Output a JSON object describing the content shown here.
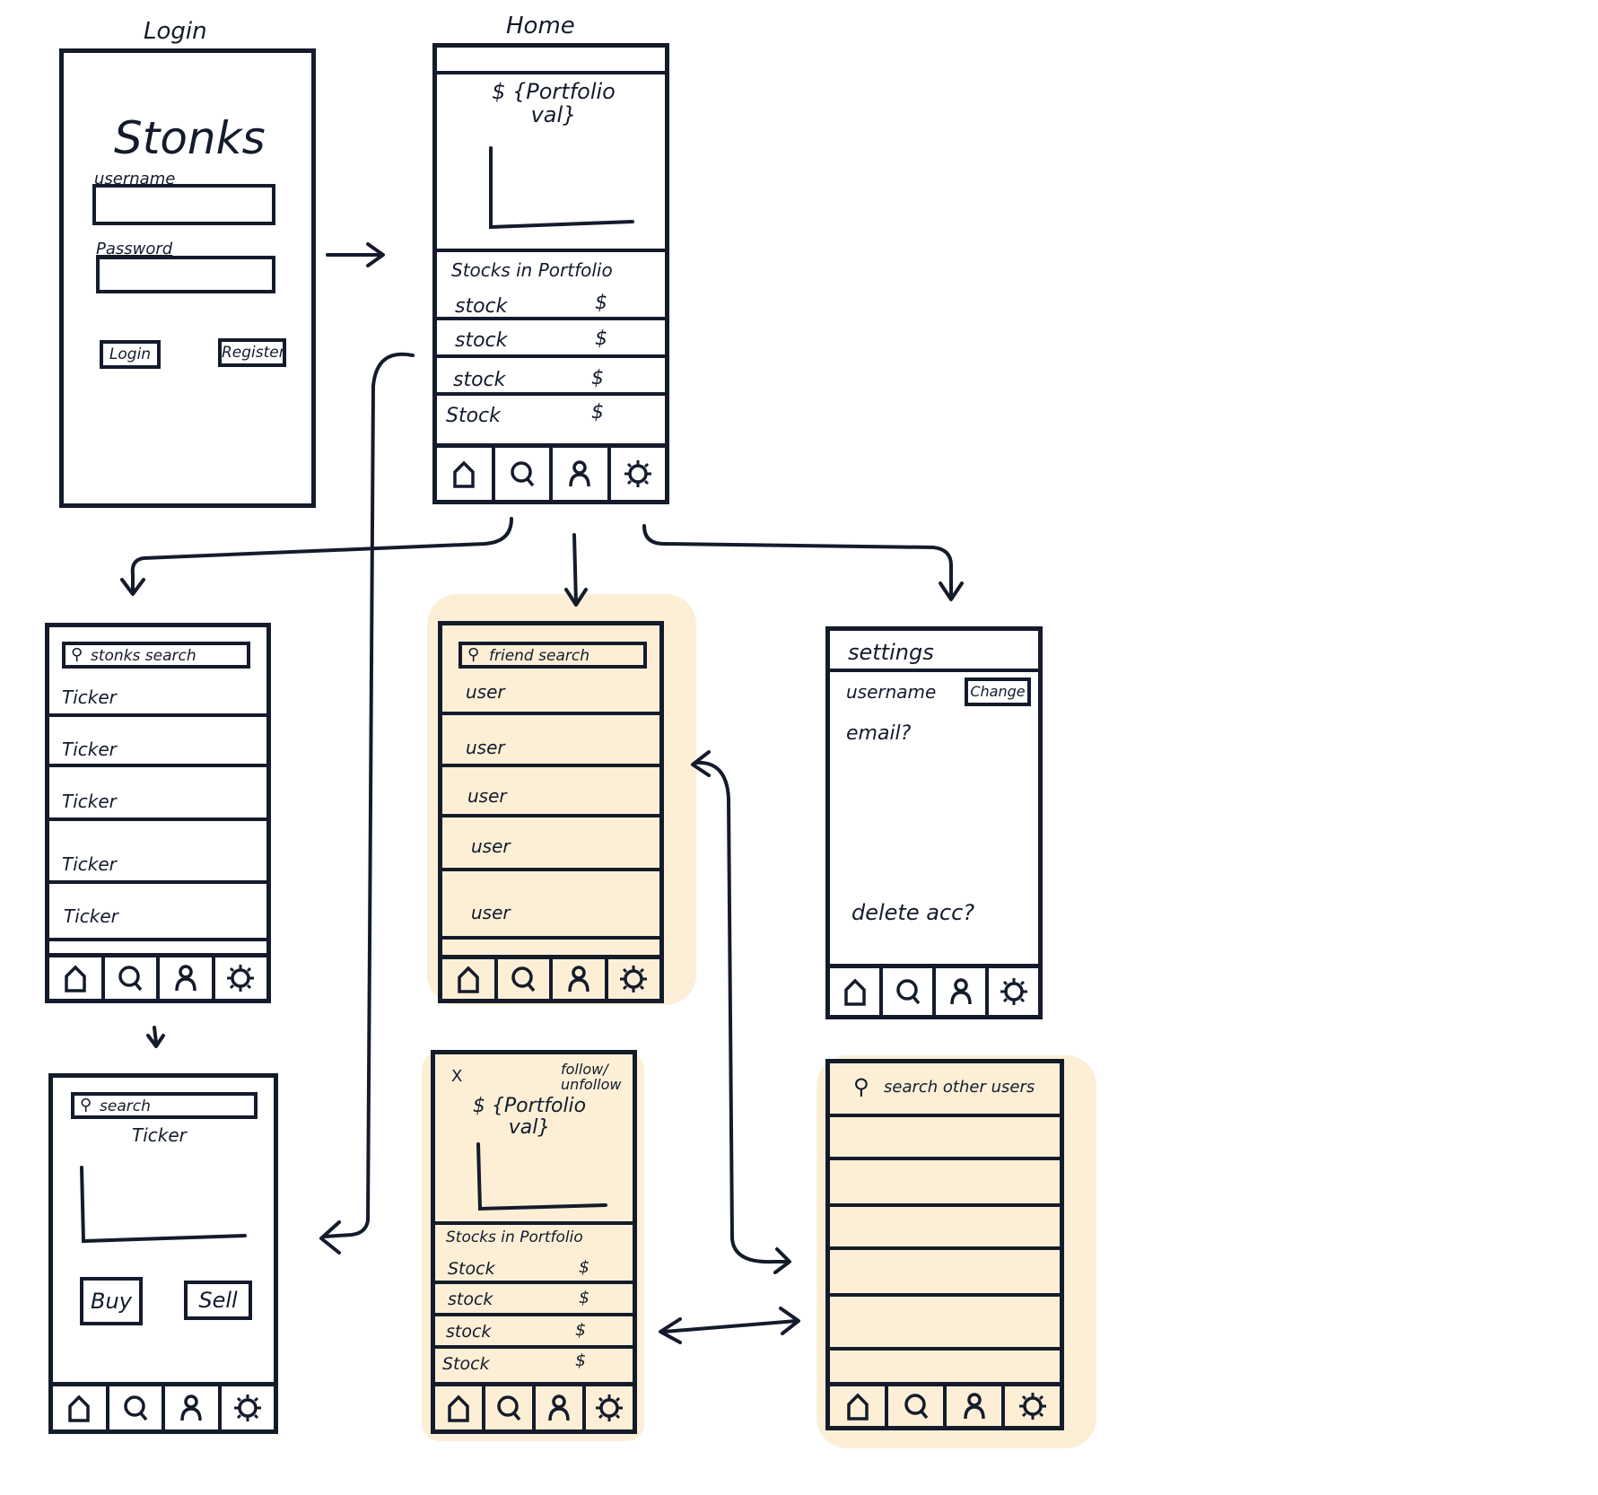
{
  "screens": {
    "login": {
      "caption": "Login",
      "app_name": "Stonks",
      "username_label": "username",
      "password_label": "Password",
      "login_button": "Login",
      "register_button": "Register"
    },
    "home": {
      "caption": "Home",
      "portfolio_value": "$ {Portfolio val}",
      "stocks_header": "Stocks in Portfolio",
      "stock_rows": [
        {
          "name": "stock",
          "price": "$"
        },
        {
          "name": "stock",
          "price": "$"
        },
        {
          "name": "stock",
          "price": "$"
        },
        {
          "name": "Stock",
          "price": "$"
        }
      ]
    },
    "stock_search": {
      "search_placeholder": "stonks search",
      "rows": [
        "Ticker",
        "Ticker",
        "Ticker",
        "Ticker",
        "Ticker"
      ]
    },
    "friend_search": {
      "search_placeholder": "friend search",
      "rows": [
        "user",
        "user",
        "user",
        "user",
        "user"
      ]
    },
    "settings": {
      "title": "settings",
      "username_label": "username",
      "change_button": "Change",
      "email_label": "email?",
      "delete_label": "delete acc?"
    },
    "stock_detail": {
      "search_placeholder": "search",
      "ticker": "Ticker",
      "buy_button": "Buy",
      "sell_button": "Sell"
    },
    "friend_profile": {
      "close": "X",
      "follow": "follow/ unfollow",
      "portfolio_value": "$ {Portfolio val}",
      "stocks_header": "Stocks in Portfolio",
      "stock_rows": [
        {
          "name": "Stock",
          "price": "$"
        },
        {
          "name": "stock",
          "price": "$"
        },
        {
          "name": "stock",
          "price": "$"
        },
        {
          "name": "Stock",
          "price": "$"
        }
      ]
    },
    "user_search": {
      "search_placeholder": "search other users"
    }
  },
  "nav_icons": [
    "home-icon",
    "search-icon",
    "user-icon",
    "settings-gear-icon"
  ],
  "colors": {
    "ink": "#141b2b",
    "highlight": "#fcefd6"
  }
}
